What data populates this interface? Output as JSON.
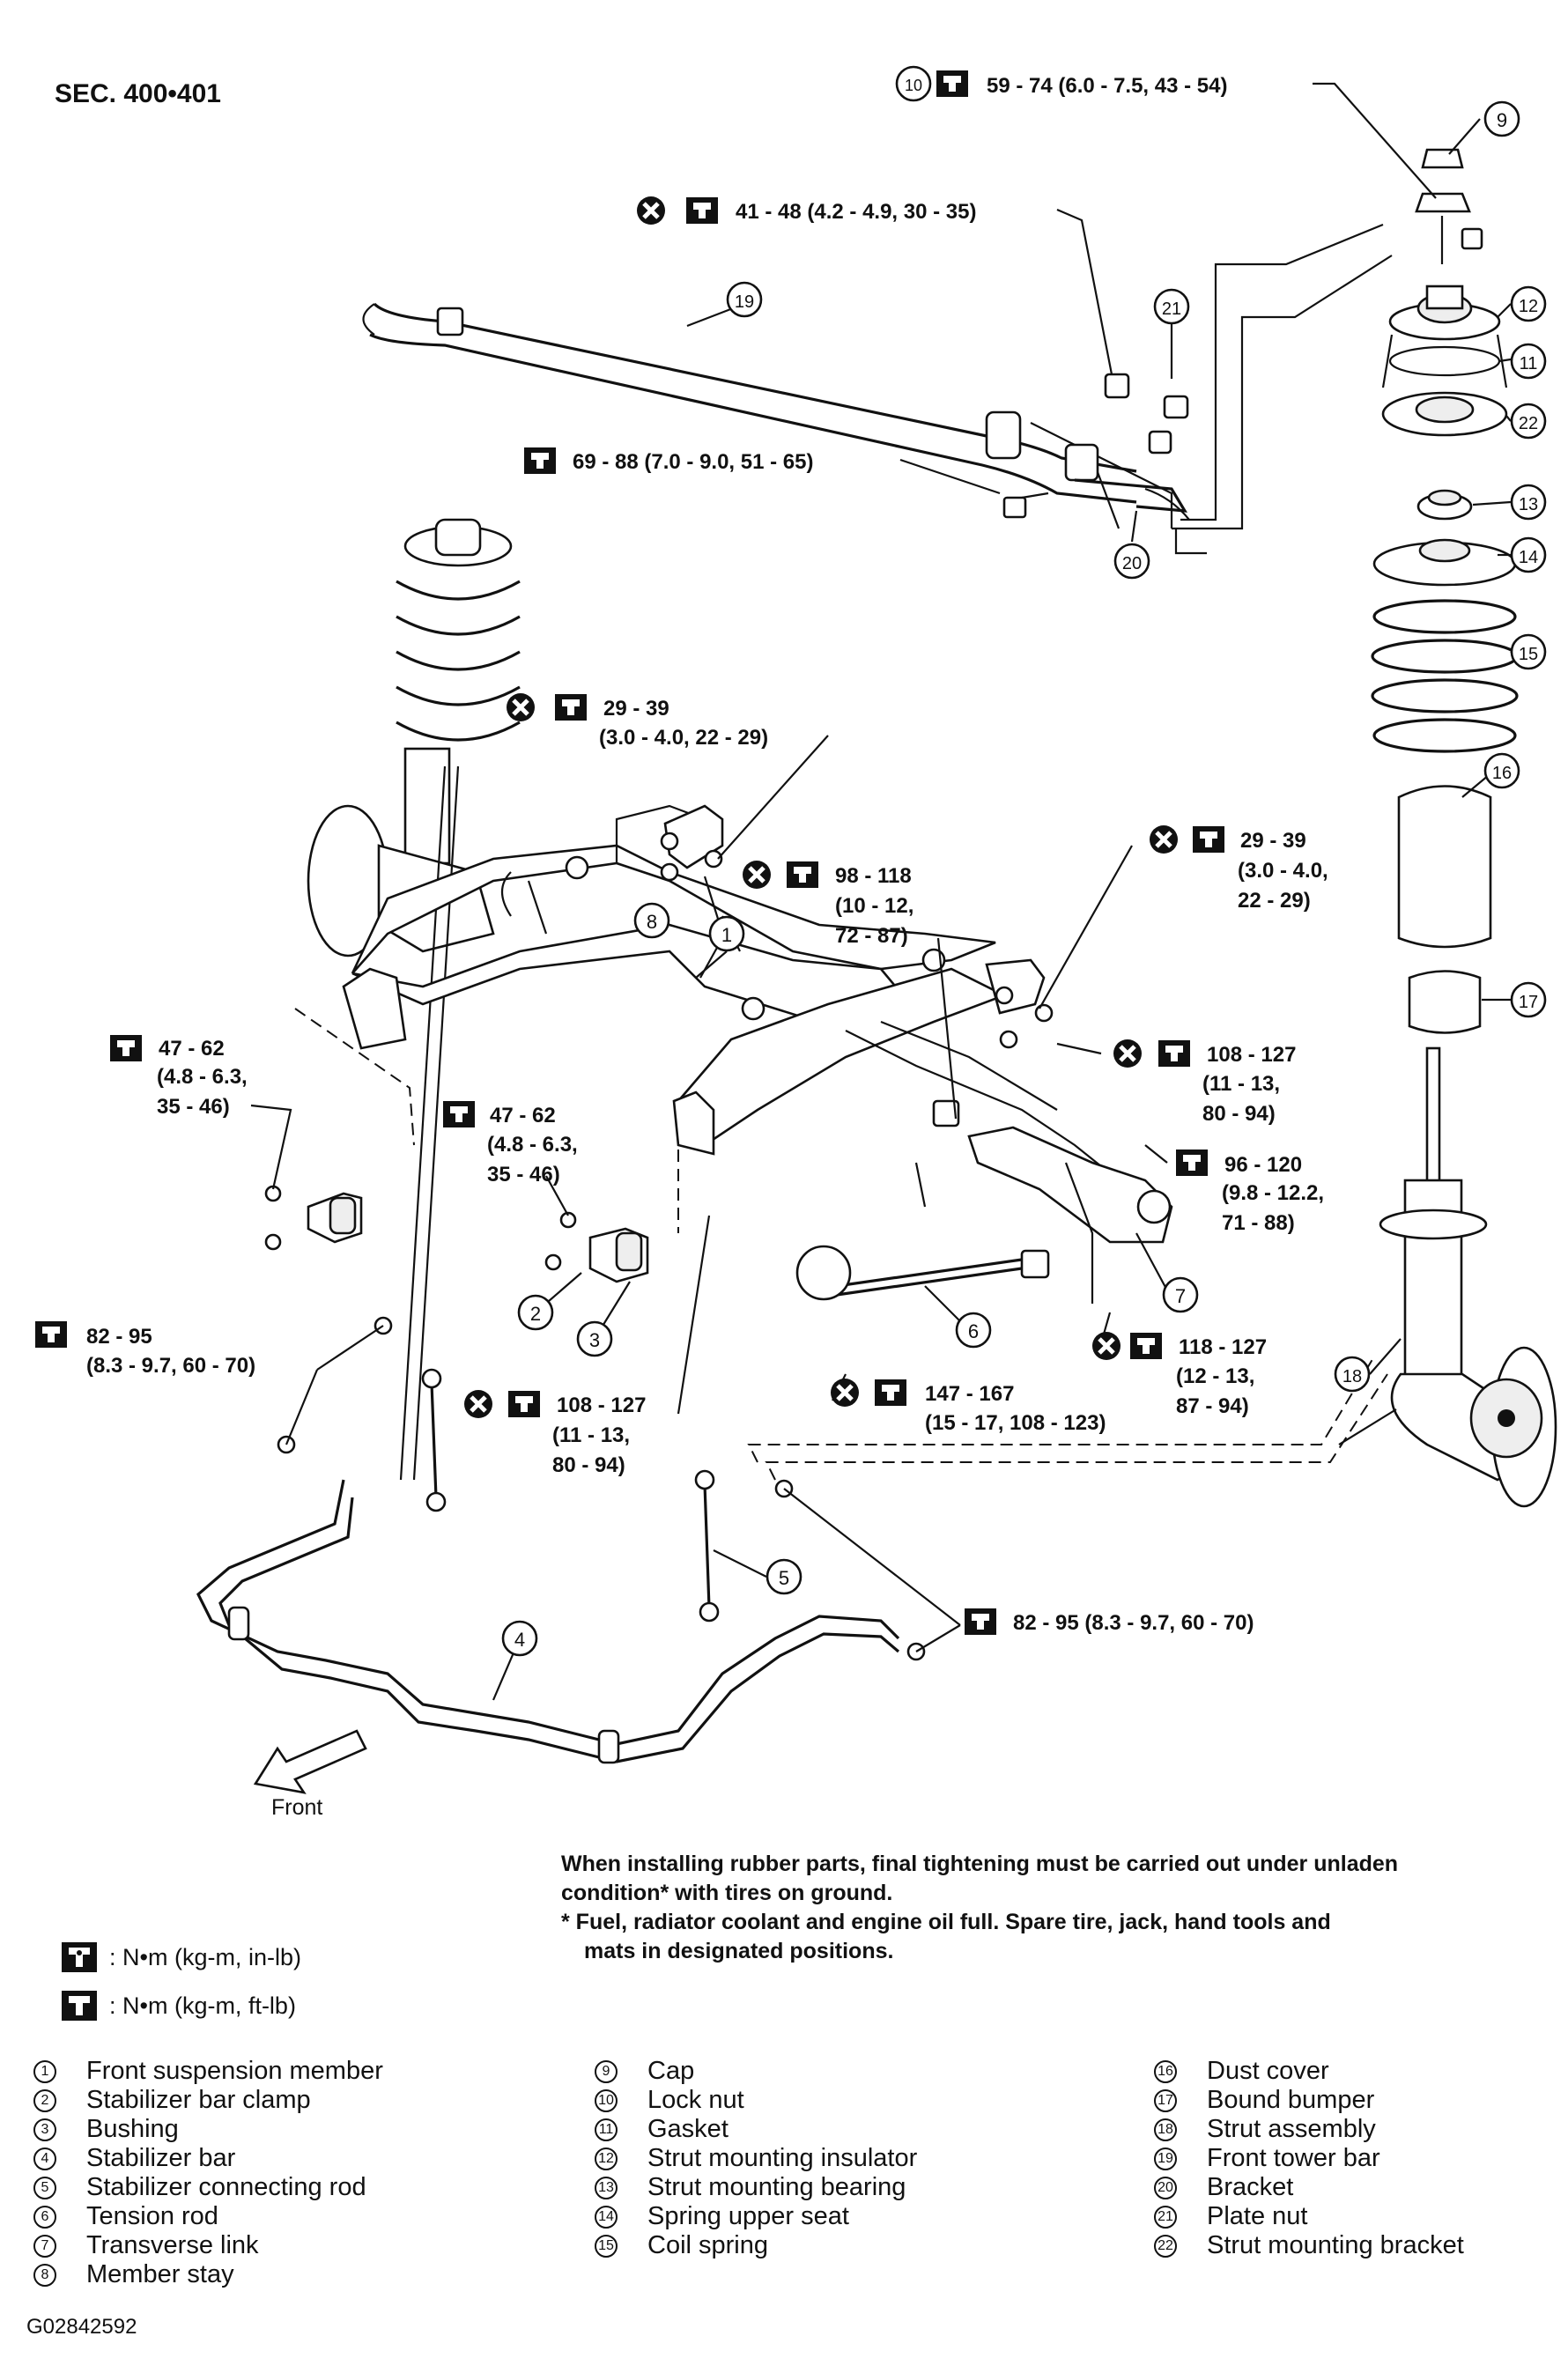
{
  "section": "SEC. 400•401",
  "figure_id": "G02842592",
  "direction_label": "Front",
  "torque_specs": {
    "t10": "59 - 74 (6.0 - 7.5, 43 - 54)",
    "t_plate": "41 - 48 (4.2 - 4.9, 30 - 35)",
    "t_bracket": "69 - 88 (7.0 - 9.0, 51 - 65)",
    "t_stay_l1": "29 - 39",
    "t_stay_l2": "(3.0 - 4.0, 22 - 29)",
    "t_mem_l1": "98 - 118",
    "t_mem_l2": "(10 - 12,",
    "t_mem_l3": "72 - 87)",
    "t_stay_r1": "29 - 39",
    "t_stay_r2": "(3.0 - 4.0,",
    "t_stay_r3": "22 - 29)",
    "t_clamp_l1": "47 - 62",
    "t_clamp_l2": "(4.8 - 6.3,",
    "t_clamp_l3": "35 - 46)",
    "t_clamp2_l1": "47 - 62",
    "t_clamp2_l2": "(4.8 - 6.3,",
    "t_clamp2_l3": "35 - 46)",
    "t_link_r1": "108 - 127",
    "t_link_r2": "(11 - 13,",
    "t_link_r3": "80 - 94)",
    "t_ball1": "96 - 120",
    "t_ball2": "(9.8 - 12.2,",
    "t_ball3": "71 - 88)",
    "t_rod_l1": "82 - 95",
    "t_rod_l2": "(8.3 - 9.7, 60 - 70)",
    "t_tr1": "118 - 127",
    "t_tr2": "(12 - 13,",
    "t_tr3": "87 - 94)",
    "t_tension1": "147 - 167",
    "t_tension2": "(15 - 17, 108 - 123)",
    "t_link_l1": "108 - 127",
    "t_link_l2": "(11 - 13,",
    "t_link_l3": "80 - 94)",
    "t_rod_r": "82 - 95 (8.3 - 9.7, 60 - 70)"
  },
  "note": {
    "line1": "When installing rubber parts, final tightening must be carried out under unladen",
    "line2": "condition* with tires on ground.",
    "line3": "* Fuel, radiator coolant and engine oil full. Spare tire, jack, hand tools and",
    "line4": "mats in designated positions."
  },
  "units": {
    "in_lb": ": N•m (kg-m, in-lb)",
    "ft_lb": ": N•m (kg-m, ft-lb)"
  },
  "legend": {
    "col1": [
      {
        "num": "1",
        "name": "Front suspension member"
      },
      {
        "num": "2",
        "name": "Stabilizer bar clamp"
      },
      {
        "num": "3",
        "name": "Bushing"
      },
      {
        "num": "4",
        "name": "Stabilizer bar"
      },
      {
        "num": "5",
        "name": "Stabilizer connecting rod"
      },
      {
        "num": "6",
        "name": "Tension rod"
      },
      {
        "num": "7",
        "name": "Transverse link"
      },
      {
        "num": "8",
        "name": "Member stay"
      }
    ],
    "col2": [
      {
        "num": "9",
        "name": "Cap"
      },
      {
        "num": "10",
        "name": "Lock nut"
      },
      {
        "num": "11",
        "name": "Gasket"
      },
      {
        "num": "12",
        "name": "Strut mounting insulator"
      },
      {
        "num": "13",
        "name": "Strut mounting bearing"
      },
      {
        "num": "14",
        "name": "Spring upper seat"
      },
      {
        "num": "15",
        "name": "Coil spring"
      }
    ],
    "col3": [
      {
        "num": "16",
        "name": "Dust cover"
      },
      {
        "num": "17",
        "name": "Bound bumper"
      },
      {
        "num": "18",
        "name": "Strut assembly"
      },
      {
        "num": "19",
        "name": "Front tower bar"
      },
      {
        "num": "20",
        "name": "Bracket"
      },
      {
        "num": "21",
        "name": "Plate nut"
      },
      {
        "num": "22",
        "name": "Strut mounting bracket"
      }
    ]
  },
  "callouts": [
    "1",
    "2",
    "3",
    "4",
    "5",
    "6",
    "7",
    "8",
    "9",
    "10",
    "11",
    "12",
    "13",
    "14",
    "15",
    "16",
    "17",
    "18",
    "19",
    "20",
    "21",
    "22"
  ],
  "icons": {
    "torque_ft_lb": "torque-wrench-icon",
    "torque_in_lb": "torque-wrench-in-lb-icon",
    "replace": "do-not-reuse-icon"
  }
}
